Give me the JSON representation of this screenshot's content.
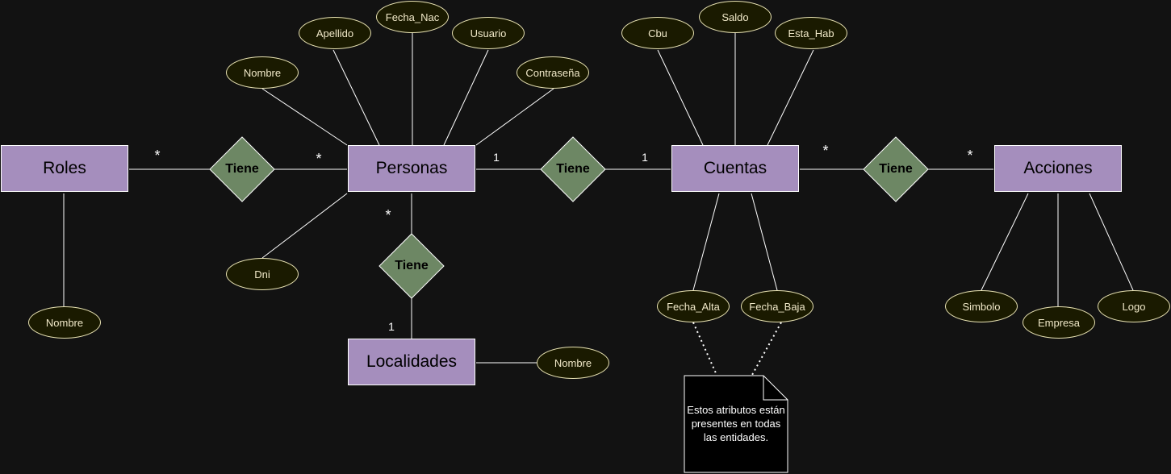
{
  "entities": {
    "roles": "Roles",
    "personas": "Personas",
    "cuentas": "Cuentas",
    "acciones": "Acciones",
    "localidades": "Localidades"
  },
  "relationships": {
    "roles_personas": "Tiene",
    "personas_cuentas": "Tiene",
    "cuentas_acciones": "Tiene",
    "personas_localidades": "Tiene"
  },
  "attributes": {
    "roles": [
      "Nombre"
    ],
    "personas": [
      "Nombre",
      "Apellido",
      "Fecha_Nac",
      "Usuario",
      "Contraseña",
      "Dni"
    ],
    "cuentas": [
      "Cbu",
      "Saldo",
      "Esta_Hab",
      "Fecha_Alta",
      "Fecha_Baja"
    ],
    "acciones": [
      "Simbolo",
      "Empresa",
      "Logo"
    ],
    "localidades": [
      "Nombre"
    ]
  },
  "cardinalities": {
    "roles_side": "*",
    "personas_roles_side": "*",
    "personas_cuentas_side": "1",
    "cuentas_personas_side": "1",
    "cuentas_acciones_side": "*",
    "acciones_side": "*",
    "personas_localidades_side": "*",
    "localidades_side": "1"
  },
  "note": "Estos atributos están presentes en todas las entidades.",
  "colors": {
    "background": "#121212",
    "entity_fill": "#a58ebd",
    "relationship_fill": "#6d8764",
    "attribute_fill": "#1a1a00",
    "attribute_stroke": "#e9e3b3",
    "line": "#ffffff"
  }
}
